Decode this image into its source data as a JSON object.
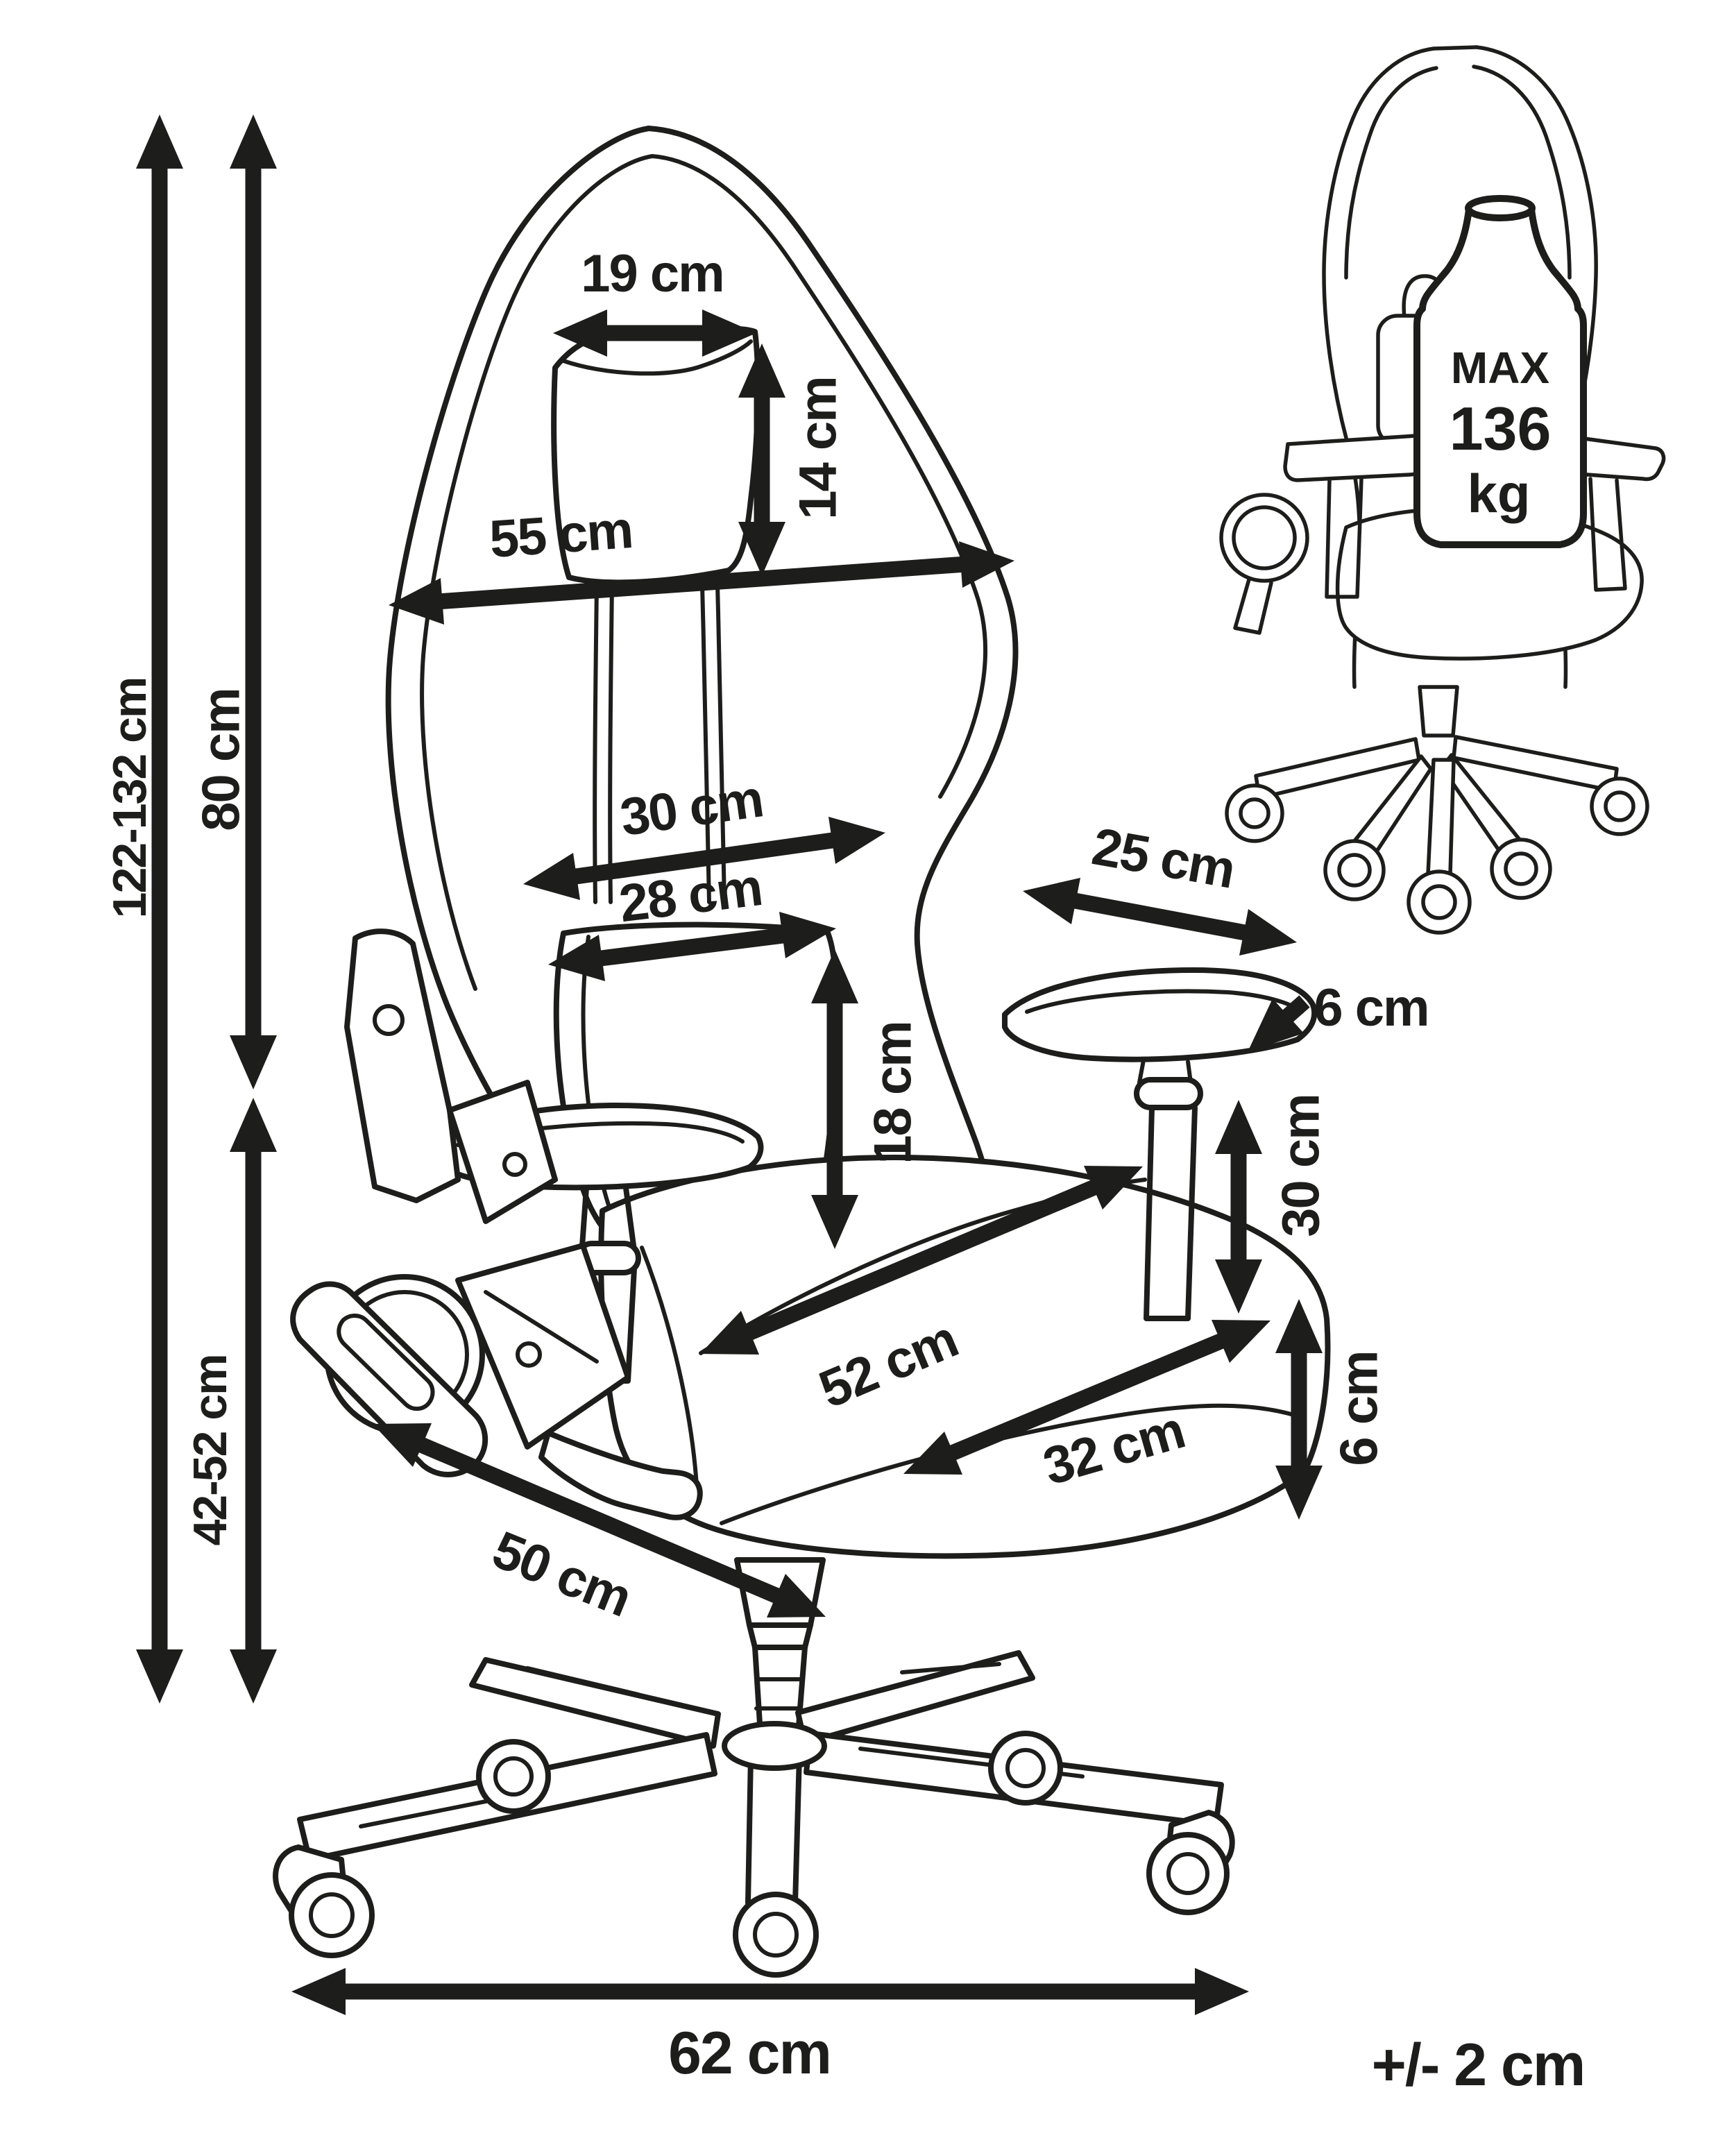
{
  "diagram": {
    "type": "product-dimension-line-drawing",
    "subject": "gaming office chair with headrest pillow, lumbar cushion, adjustable armrests and casters",
    "units": "cm",
    "dims": {
      "total_height": "122-132 cm",
      "backrest_height": "80 cm",
      "seat_height": "42-52 cm",
      "pillow_width": "19 cm",
      "pillow_height": "14 cm",
      "backrest_width": "55 cm",
      "backrest_lower_width": "30 cm",
      "lumbar_width": "28 cm",
      "lumbar_height": "18 cm",
      "armrest_length": "25 cm",
      "armrest_thickness": "6 cm",
      "armrest_height": "30 cm",
      "seat_width": "52 cm",
      "seat_depth": "32 cm",
      "seat_thickness": "6 cm",
      "seat_diagonal_width": "50 cm",
      "base_width": "62 cm",
      "tolerance": "+/- 2 cm"
    },
    "max_load": {
      "line1": "MAX",
      "line2": "136",
      "line3": "kg"
    },
    "colors": {
      "ink": "#1d1d1b",
      "background": "#ffffff"
    }
  }
}
